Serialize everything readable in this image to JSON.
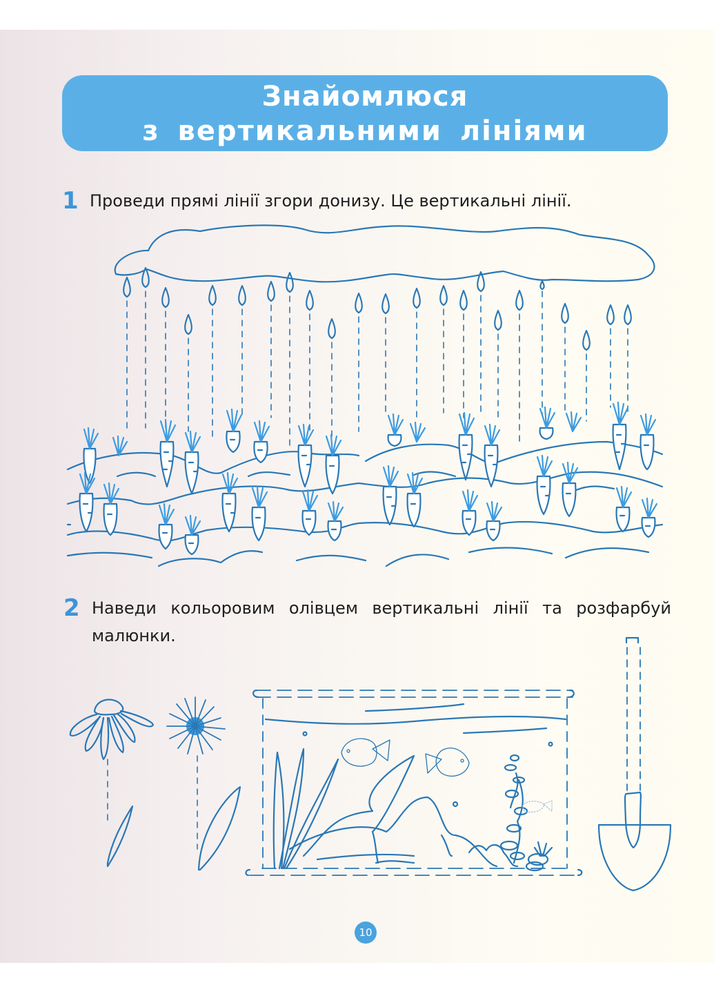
{
  "header": {
    "title_line1": "Знайомлюся",
    "title_line2": "з вертикальними лініями"
  },
  "tasks": [
    {
      "number": "1",
      "text": "Проведи прямі лінії згори донизу. Це вертикальні лінії.",
      "illustration": "cloud-rain-carrots"
    },
    {
      "number": "2",
      "text": "Наведи кольоровим олівцем вертикальні лінії та розфарбуй малюнки.",
      "illustration": [
        "daisy-flower",
        "dandelion-flower",
        "aquarium",
        "shovel"
      ]
    }
  ],
  "footer": {
    "page_number": "10"
  },
  "colors": {
    "banner": "#5ab0e6",
    "line_art": "#2a78b6",
    "line_art_light": "#3d9be0",
    "page_number_bg": "#4aa3de",
    "text": "#1e1e1e"
  }
}
